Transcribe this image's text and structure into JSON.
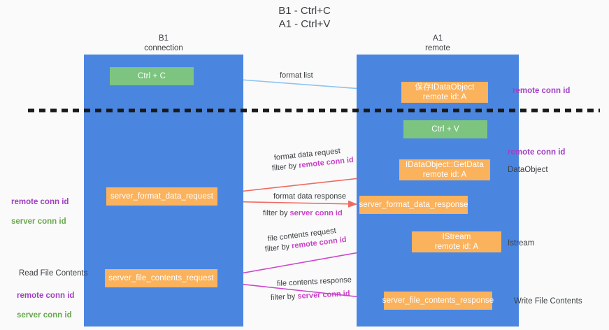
{
  "title": "B1 - Ctrl+C\nA1 - Ctrl+V",
  "columns": {
    "left": {
      "title": "B1\nconnection"
    },
    "right": {
      "title": "A1\nremote"
    }
  },
  "nodes": {
    "ctrl_c": "Ctrl + C",
    "save_idataobject": "保存IDataObject\nremote id: A",
    "ctrl_v": "Ctrl + V",
    "getdata": "IDataObject::GetData\nremote id: A",
    "server_format_data_request": "server_format_data_request",
    "server_format_data_response": "server_format_data_response",
    "istream": "IStream\nremote id: A",
    "server_file_contents_request": "server_file_contents_request",
    "server_file_contents_response": "server_file_contents_response"
  },
  "annotations": {
    "remote_conn_id_top": "remote conn id",
    "remote_conn_id_mid": "remote conn id",
    "dataobject": "DataObject",
    "istream": "Istream",
    "write_file_contents": "Write File Contents",
    "read_file_contents": "Read File Contents",
    "left_ids_mid": {
      "remote": "remote conn id",
      "server": "server conn id"
    },
    "left_ids_bottom": {
      "remote": "remote conn id",
      "server": "server conn id"
    }
  },
  "edges": {
    "format_list": "format list",
    "format_data_request": {
      "line1": "format data request",
      "line2_prefix": "filter by ",
      "line2_key": "remote conn id"
    },
    "format_data_response": {
      "line1": "format data response",
      "line2_prefix": "filter by ",
      "line2_key": "server conn id"
    },
    "file_contents_request": {
      "line1": "file contents request",
      "line2_prefix": "filter by ",
      "line2_key": "remote conn id"
    },
    "file_contents_response": {
      "line1": "file contents response",
      "line2_prefix": "filter by ",
      "line2_key": "server conn id"
    }
  },
  "colors": {
    "lane": "#4a86e0",
    "green_node": "#7cc47f",
    "orange_node": "#fbb25c",
    "purple_text": "#a13fc4",
    "green_text": "#6aa84f",
    "magenta_text": "#c742c7",
    "arrow_lightblue": "#8ec3ef",
    "arrow_red": "#ef6a61",
    "arrow_magenta": "#cc44cc",
    "arrow_black": "#1a1a1a",
    "background": "#fafafa"
  }
}
